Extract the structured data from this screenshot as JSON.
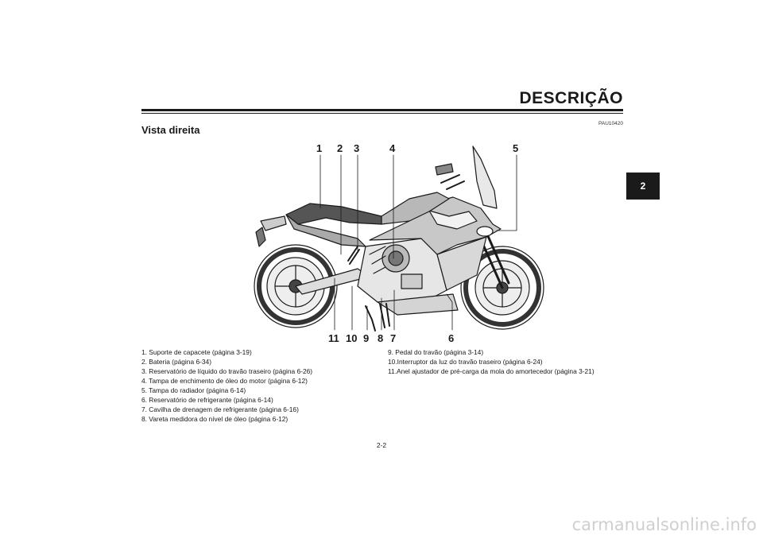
{
  "header": {
    "title": "DESCRIÇÃO",
    "chapter": "2",
    "ref_code": "PAU10420"
  },
  "section": {
    "title": "Vista direita"
  },
  "callouts": [
    "1",
    "2",
    "3",
    "4",
    "5",
    "6",
    "7",
    "8",
    "9",
    "10",
    "11"
  ],
  "legend": {
    "left": [
      "1. Suporte de capacete (página 3-19)",
      "2. Bateria (página 6-34)",
      "3. Reservatório de líquido do travão traseiro (página 6-26)",
      "4. Tampa de enchimento de óleo do motor (página 6-12)",
      "5. Tampa do radiador (página 6-14)",
      "6. Reservatório de refrigerante (página 6-14)",
      "7. Cavilha de drenagem de refrigerante (página 6-16)",
      "8. Vareta medidora do nível de óleo (página 6-12)"
    ],
    "right": [
      "9. Pedal do travão (página 3-14)",
      "10.Interruptor da luz do travão traseiro (página 6-24)",
      "11.Anel ajustador de pré-carga da mola do amortecedor (página 3-21)"
    ]
  },
  "footer": {
    "page_number": "2-2",
    "watermark": "carmanualsonline.info"
  }
}
